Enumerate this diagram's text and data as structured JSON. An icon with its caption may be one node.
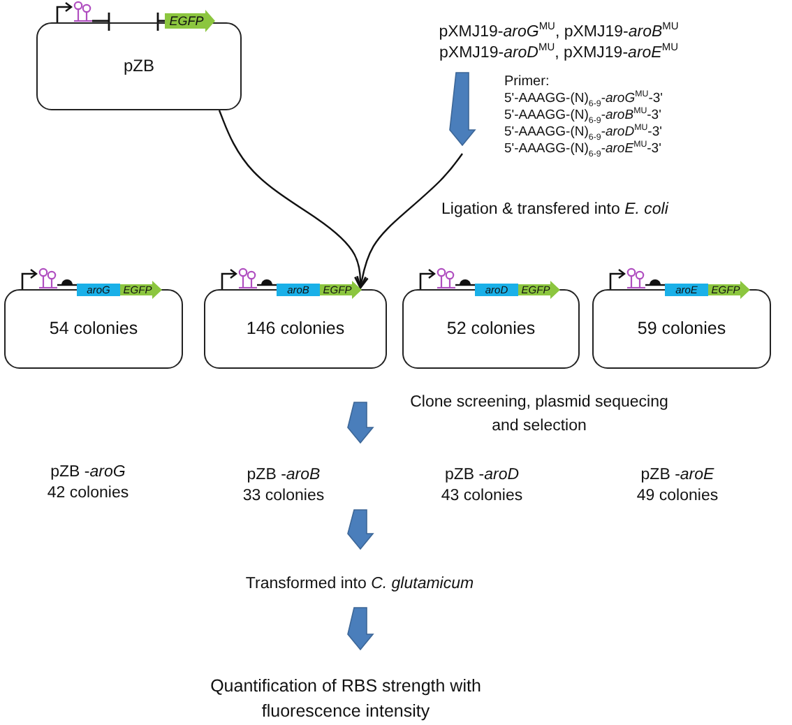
{
  "diagram": {
    "nodes": [
      {
        "text": [
          "pZB"
        ]
      },
      {
        "text": [
          "EGFP"
        ]
      },
      {
        "text": [
          "pXMJ19-*aroG*$^{MU}$, pXMJ19-*aroB*$^{MU}$",
          "pXMJ19-*aroD*$^{MU}$, pXMJ19-*aroE*$^{MU}$"
        ]
      },
      {
        "text": [
          "54 colonies"
        ]
      },
      {
        "text": [
          "aroG"
        ]
      },
      {
        "text": [
          "EGFP"
        ]
      },
      {
        "text": [
          "146 colonies"
        ]
      },
      {
        "text": [
          "aroB"
        ]
      },
      {
        "text": [
          "EGFP"
        ]
      },
      {
        "text": [
          "52 colonies"
        ]
      },
      {
        "text": [
          "aroD"
        ]
      },
      {
        "text": [
          "EGFP"
        ]
      },
      {
        "text": [
          "59 colonies"
        ]
      },
      {
        "text": [
          "aroE"
        ]
      },
      {
        "text": [
          "EGFP"
        ]
      },
      {
        "text": [
          "pZB -*aroG*",
          "42 colonies"
        ]
      },
      {
        "text": [
          "pZB -*aroB*",
          "33 colonies"
        ]
      },
      {
        "text": [
          "pZB -*aroD*",
          "43 colonies"
        ]
      },
      {
        "text": [
          "pZB -*aroE*",
          "49 colonies"
        ]
      },
      {
        "text": [
          "Transformed into *C. glutamicum*"
        ]
      },
      {
        "text": [
          "Quantification of RBS strength with fluorescence intensity"
        ]
      }
    ],
    "edges": [
      {
        "from": 0,
        "to": 6,
        "arrow": "to"
      },
      {
        "from": 2,
        "to": null,
        "arrow": "to",
        "style": "thick",
        "color": "#4a7ebb"
      },
      {
        "from": null,
        "to": 6,
        "arrow": "to"
      },
      {
        "from": 6,
        "to": 16,
        "arrow": "to",
        "style": "thick",
        "color": "#4a7ebb",
        "label": "Clone screening, plasmid sequecing and selection"
      },
      {
        "from": 16,
        "to": 19,
        "arrow": "to",
        "style": "thick",
        "color": "#4a7ebb"
      },
      {
        "from": 19,
        "to": 20,
        "arrow": "to",
        "style": "thick",
        "color": "#4a7ebb"
      }
    ],
    "labels": [
      "Primer:",
      "5'-AAAGG-(N)$_{6-9}$-*aroG*$^{MU}$-3'",
      "5'-AAAGG-(N)$_{6-9}$-*aroB*$^{MU}$-3'",
      "5'-AAAGG-(N)$_{6-9}$-*aroD*$^{MU}$-3'",
      "5'-AAAGG-(N)$_{6-9}$-*aroE*$^{MU}$-3'",
      "Ligation & transfered into *E. coli*"
    ]
  }
}
